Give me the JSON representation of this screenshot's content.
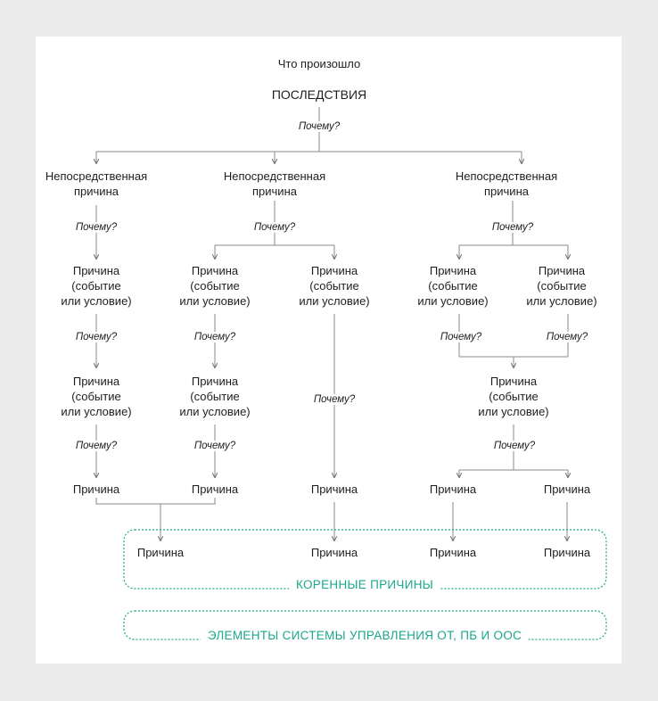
{
  "diagram": {
    "top_label": "Что произошло",
    "consequences": "ПОСЛЕДСТВИЯ",
    "why": "Почему?",
    "immediate_cause": "Непосредственная\nпричина",
    "cause_event": "Причина\n(событие\nили условие)",
    "cause": "Причина",
    "root_causes_label": "КОРЕННЫЕ ПРИЧИНЫ",
    "system_elements_label": "ЭЛЕМЕНТЫ СИСТЕМЫ УПРАВЛЕНИЯ ОТ, ПБ И ООС",
    "accent_color": "#1aa88a",
    "line_color": "#8a8a8a"
  }
}
